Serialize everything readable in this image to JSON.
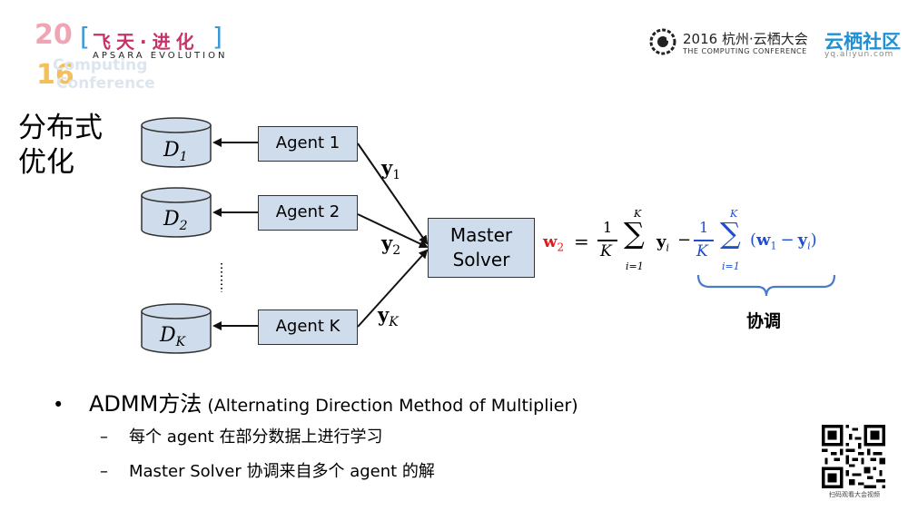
{
  "header": {
    "logo_year_top": "20",
    "logo_year_bottom": "16",
    "logo_cn": "飞天·进化",
    "logo_en": "APSARA EVOLUTION",
    "logo_ghost_1": "Computing",
    "logo_ghost_2": "Conference",
    "conference_title": "2016 杭州·云栖大会",
    "conference_subtitle": "THE COMPUTING CONFERENCE",
    "yq_title": "云栖社区",
    "yq_url": "yq.aliyun.com"
  },
  "slide": {
    "side_title_line1": "分布式",
    "side_title_line2": "优化"
  },
  "diagram": {
    "datasets": [
      {
        "base": "D",
        "sub": "1"
      },
      {
        "base": "D",
        "sub": "2"
      },
      {
        "base": "D",
        "sub": "K"
      }
    ],
    "agents": [
      "Agent 1",
      "Agent 2",
      "Agent K"
    ],
    "messages": [
      {
        "base": "y",
        "sub": "1"
      },
      {
        "base": "y",
        "sub": "2"
      },
      {
        "base": "y",
        "sub": "K"
      }
    ],
    "master_line1": "Master",
    "master_line2": "Solver",
    "ellipsis": "⋮",
    "brace_label": "协调",
    "colors": {
      "box_fill": "#cfdcec",
      "red": "#e01a1a",
      "blue": "#1f4fd0",
      "brace": "#4a7bc8"
    }
  },
  "formula": {
    "lhs_base": "w",
    "lhs_sub": "2",
    "equals": "=",
    "frac_num": "1",
    "frac_den": "K",
    "sum_top": "K",
    "sum_bottom": "i=1",
    "sum_symbol": "∑",
    "term1_base": "y",
    "term1_sub": "i",
    "minus": "−",
    "frac2_num": "1",
    "frac2_den": "K",
    "sum2_top": "K",
    "sum2_bottom": "i=1",
    "open_paren": "(",
    "w1_base": "w",
    "w1_sub": "1",
    "minus2": "−",
    "y_base": "y",
    "y_sub": "i",
    "close_paren": ")"
  },
  "bullets": {
    "main_marker": "•",
    "main_bold": "ADMM方法",
    "main_rest": " (Alternating Direction Method of Multiplier)",
    "sub_marker": "–",
    "sub1": "每个 agent 在部分数据上进行学习",
    "sub2": "Master Solver 协调来自多个 agent 的解"
  },
  "qr": {
    "caption": "扫码观看大会视频"
  }
}
